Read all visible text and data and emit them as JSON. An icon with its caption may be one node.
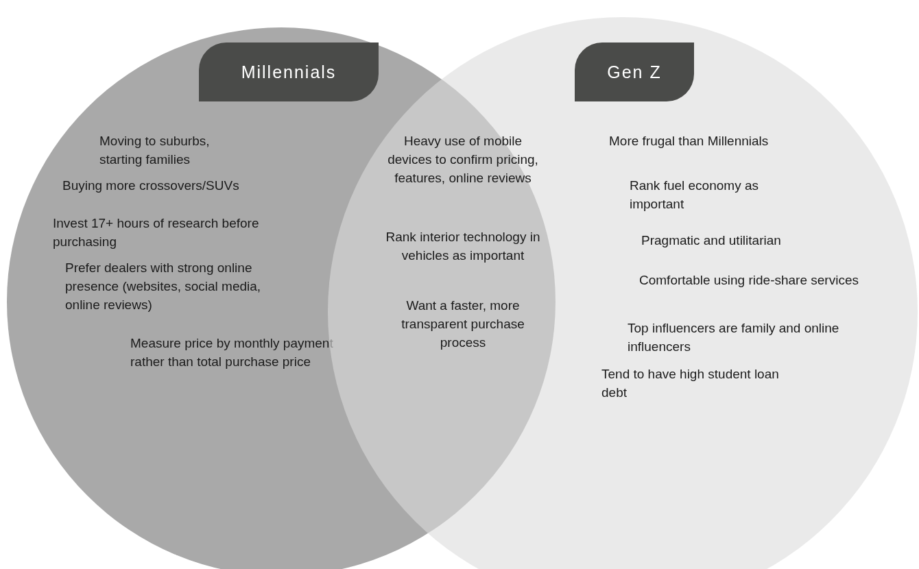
{
  "diagram": {
    "nodes": [
      {
        "text": [
          "Millennials",
          "Moving to suburbs, starting families",
          "Buying more crossovers/SUVs",
          "Invest 17+ hours of research before purchasing",
          "Prefer dealers with strong online presence (websites, social media, online reviews)",
          "Measure price by monthly payment rather than total purchase price"
        ]
      },
      {
        "text": [
          "Gen Z",
          "More frugal than Millennials",
          "Rank fuel economy as important",
          "Pragmatic and utilitarian",
          "Comfortable using ride-share services",
          "Top influencers are family and online influencers",
          "Tend to have high student loan debt"
        ]
      }
    ],
    "labels": [
      "Heavy use of mobile devices to confirm pricing, features, online reviews",
      "Rank interior technology in vehicles as important",
      "Want a faster, more transparent purchase process"
    ]
  }
}
